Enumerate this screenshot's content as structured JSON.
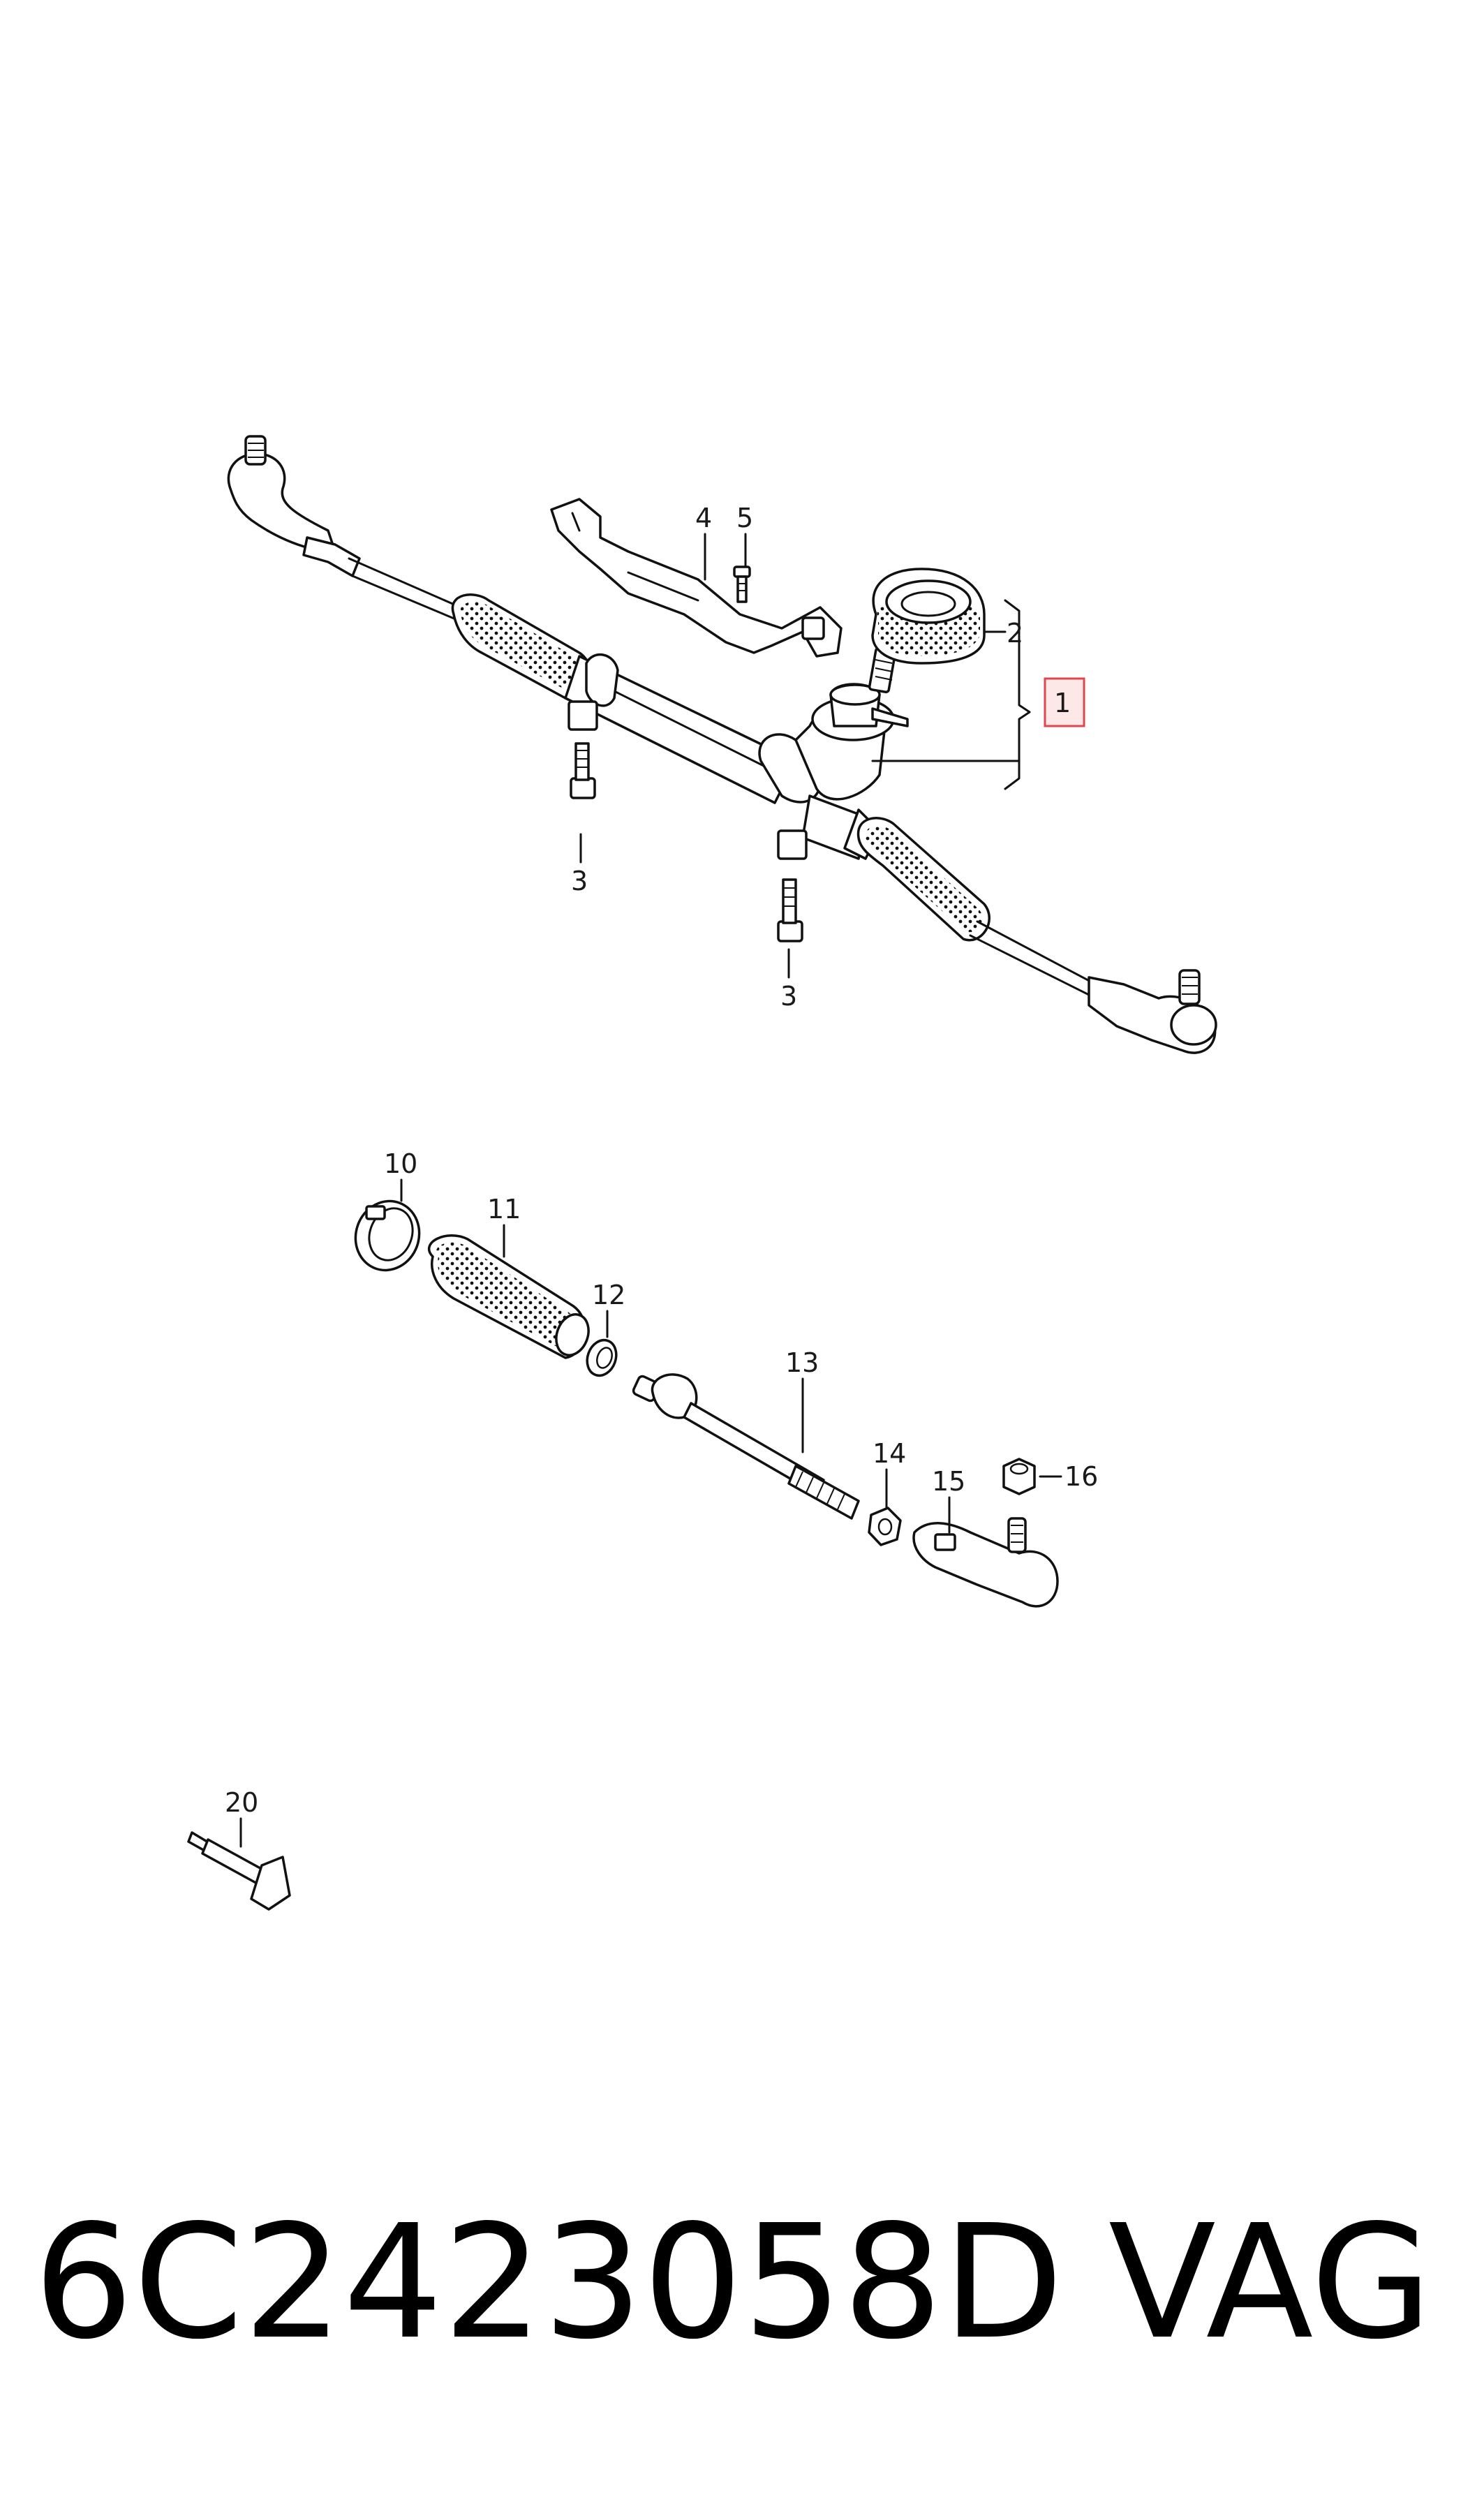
{
  "callouts": {
    "c1": "1",
    "c2": "2",
    "c3a": "3",
    "c3b": "3",
    "c4": "4",
    "c5": "5",
    "c10": "10",
    "c11": "11",
    "c12": "12",
    "c13": "13",
    "c14": "14",
    "c15": "15",
    "c16": "16",
    "c20": "20"
  },
  "highlight_color": "#e0474c",
  "footer": {
    "part_number": "6C2423058D",
    "brand": "VAG"
  }
}
